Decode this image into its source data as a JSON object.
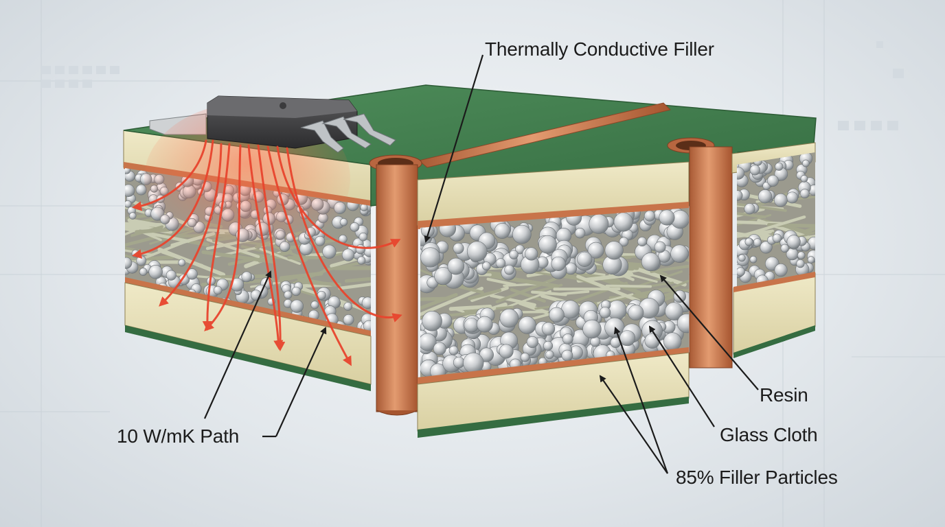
{
  "labels": {
    "thermally_conductive_filler": "Thermally Conductive Filler",
    "path": "10 W/mK Path",
    "resin": "Resin",
    "glass_cloth": "Glass Cloth",
    "filler_particles": "85% Filler Particles"
  },
  "colors": {
    "solder_mask": "#3f7d4c",
    "copper": "#c8744a",
    "laminate": "#e6dfb8",
    "heat": "#e8452e",
    "particle": "#c9ccce",
    "background": "#e3e8ec"
  },
  "icons": [
    "ic-package-icon",
    "heat-arrow-icon",
    "copper-via-icon",
    "filler-sphere-icon",
    "glass-fiber-icon"
  ]
}
